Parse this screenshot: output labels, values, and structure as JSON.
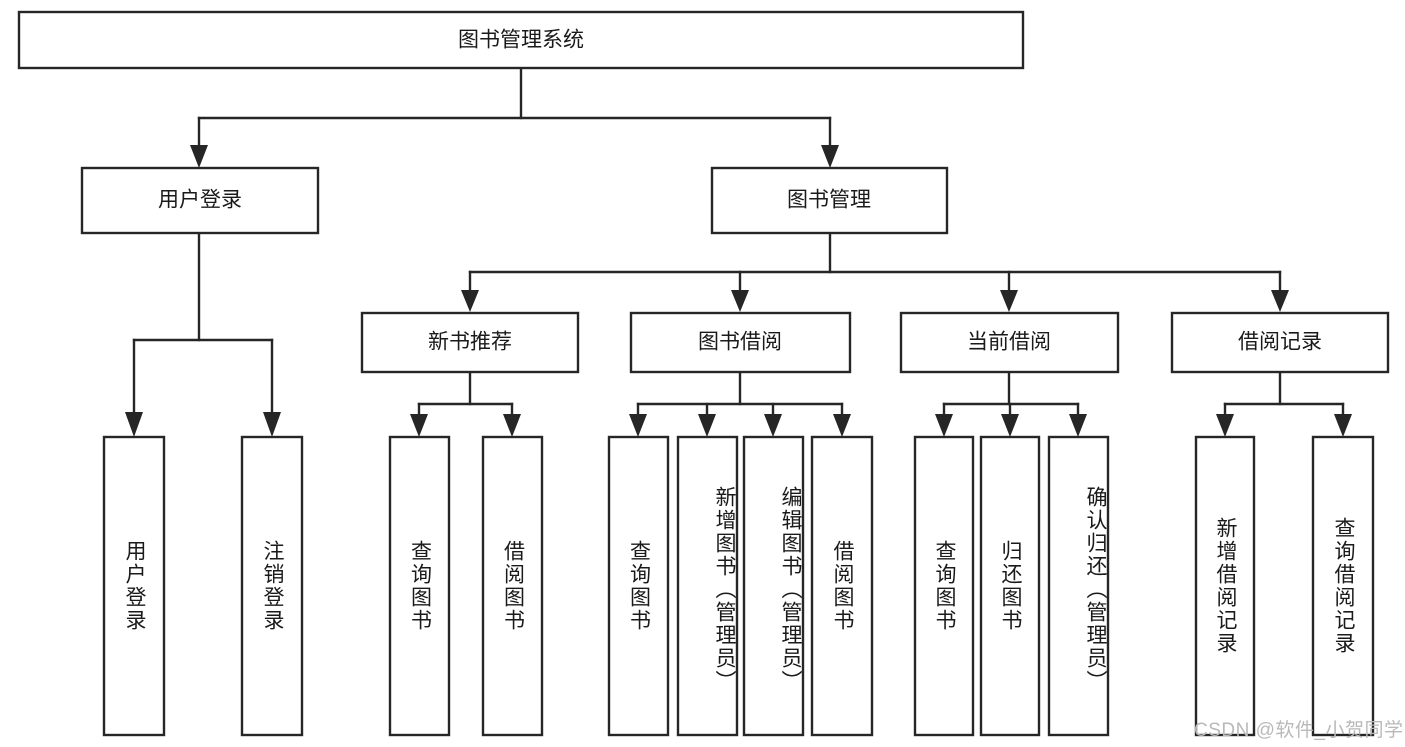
{
  "diagram": {
    "type": "tree-hierarchy",
    "title": "图书管理系统",
    "watermark": "CSDN @软件_小贺同学",
    "colors": {
      "box_stroke": "#262626",
      "box_fill": "#ffffff",
      "connector": "#262626",
      "text": "#1a1a1a",
      "background": "#ffffff",
      "watermark": "#b9b9b9"
    },
    "levels": {
      "root": {
        "label": "图书管理系统",
        "orientation": "horizontal"
      },
      "level2": [
        {
          "label": "用户登录",
          "orientation": "horizontal"
        },
        {
          "label": "图书管理",
          "orientation": "horizontal"
        }
      ],
      "level3": [
        {
          "label": "新书推荐",
          "orientation": "horizontal",
          "parent": "图书管理"
        },
        {
          "label": "图书借阅",
          "orientation": "horizontal",
          "parent": "图书管理"
        },
        {
          "label": "当前借阅",
          "orientation": "horizontal",
          "parent": "图书管理"
        },
        {
          "label": "借阅记录",
          "orientation": "horizontal",
          "parent": "图书管理"
        }
      ],
      "leaves": [
        {
          "label": "用户登录",
          "orientation": "vertical",
          "parent": "用户登录"
        },
        {
          "label": "注销登录",
          "orientation": "vertical",
          "parent": "用户登录"
        },
        {
          "label": "查询图书",
          "orientation": "vertical",
          "parent": "新书推荐"
        },
        {
          "label": "借阅图书",
          "orientation": "vertical",
          "parent": "新书推荐"
        },
        {
          "label": "查询图书",
          "orientation": "vertical",
          "parent": "图书借阅"
        },
        {
          "label": "新增图书（管理员）",
          "orientation": "vertical",
          "parent": "图书借阅"
        },
        {
          "label": "编辑图书（管理员）",
          "orientation": "vertical",
          "parent": "图书借阅"
        },
        {
          "label": "借阅图书",
          "orientation": "vertical",
          "parent": "图书借阅"
        },
        {
          "label": "查询图书",
          "orientation": "vertical",
          "parent": "当前借阅"
        },
        {
          "label": "归还图书",
          "orientation": "vertical",
          "parent": "当前借阅"
        },
        {
          "label": "确认归还（管理员）",
          "orientation": "vertical",
          "parent": "当前借阅"
        },
        {
          "label": "新增借阅记录",
          "orientation": "vertical",
          "parent": "借阅记录"
        },
        {
          "label": "查询借阅记录",
          "orientation": "vertical",
          "parent": "借阅记录"
        }
      ]
    }
  }
}
